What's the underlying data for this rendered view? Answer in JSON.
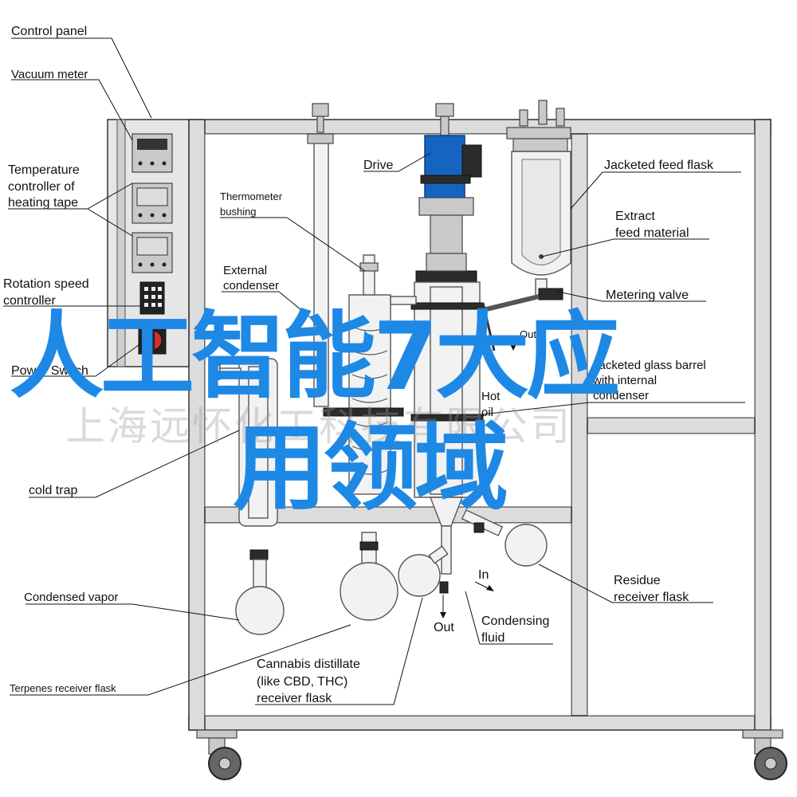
{
  "labels": {
    "control_panel": "Control panel",
    "vacuum_meter": "Vacuum meter",
    "temp_controller_1": "Temperature",
    "temp_controller_2": "controller of",
    "temp_controller_3": "heating tape",
    "rotation_speed_1": "Rotation speed",
    "rotation_speed_2": "controller",
    "power_switch": "Power Switch",
    "thermometer_1": "Thermometer",
    "thermometer_2": "bushing",
    "external_condenser_1": "External",
    "external_condenser_2": "condenser",
    "drive": "Drive",
    "jacketed_feed_flask": "Jacketed feed flask",
    "extract_feed_1": "Extract",
    "extract_feed_2": "feed material",
    "metering_valve": "Metering valve",
    "jacketed_barrel_1": "Jacketed glass barrel",
    "jacketed_barrel_2": "with internal",
    "jacketed_barrel_3": "condenser",
    "hot_oil_1": "Hot",
    "hot_oil_2": "oil",
    "out_top": "Out",
    "cold_trap": "cold trap",
    "condensed_vapor": "Condensed vapor",
    "residue_1": "Residue",
    "residue_2": "receiver flask",
    "in": "In",
    "out_bottom": "Out",
    "condensing_1": "Condensing",
    "condensing_2": "fluid",
    "distillate_1": "Cannabis distillate",
    "distillate_2": "(like CBD, THC)",
    "distillate_3": "receiver flask",
    "terpenes": "Terpenes receiver flask"
  },
  "watermark": {
    "line1": "人工智能7大应",
    "line2": "用领域",
    "company": "上海远怀化工科技有限公司",
    "color": "#1e88e5"
  },
  "colors": {
    "drive_blue": "#1565c0",
    "frame_gray": "#dcdcdc"
  }
}
